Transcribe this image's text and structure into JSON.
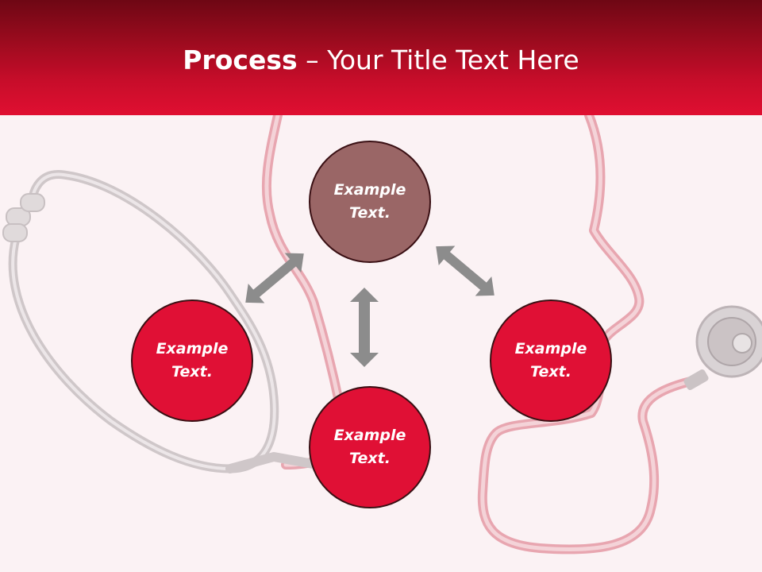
{
  "header": {
    "title_bold": "Process",
    "title_rest": " – Your Title Text Here"
  },
  "nodes": [
    {
      "label": "Example\nText.",
      "color": "#9a6666"
    },
    {
      "label": "Example\nText.",
      "color": "#e01035"
    },
    {
      "label": "Example\nText.",
      "color": "#e01035"
    },
    {
      "label": "Example\nText.",
      "color": "#e01035"
    }
  ],
  "colors": {
    "header_dark": "#6e0714",
    "header_light": "#e00f31",
    "arrow": "#8c8c8c",
    "background": "#fbf2f4"
  },
  "background_image": "stethoscope-head-silhouette"
}
